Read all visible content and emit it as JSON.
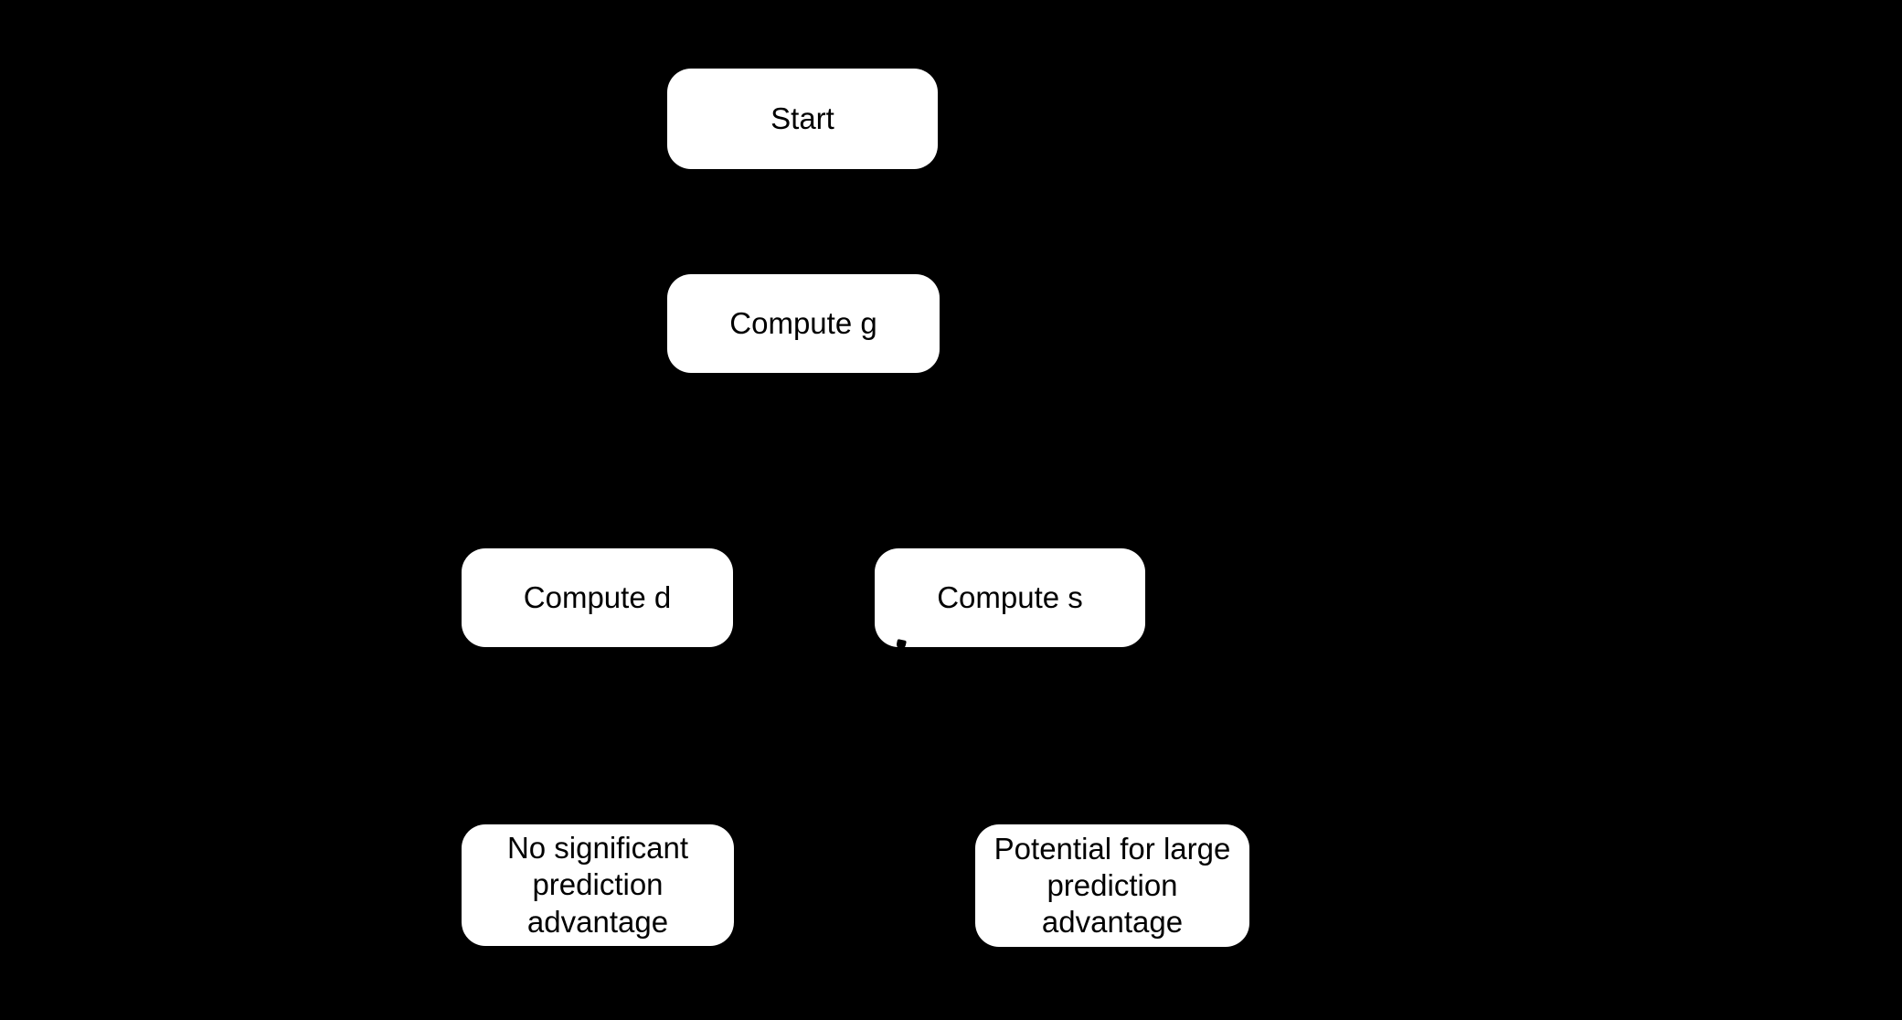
{
  "diagram": {
    "type": "flowchart",
    "colors": {
      "background": "#000000",
      "node_fill": "#ffffff",
      "node_text": "#000000"
    },
    "nodes": {
      "start": {
        "label": "Start"
      },
      "compute_g": {
        "label": "Compute g"
      },
      "compute_d": {
        "label": "Compute d"
      },
      "compute_s": {
        "label": "Compute s"
      },
      "outcome_no_advantage": {
        "label": "No significant\nprediction\nadvantage"
      },
      "outcome_large_advantage": {
        "label": "Potential for large\nprediction\nadvantage"
      }
    }
  }
}
